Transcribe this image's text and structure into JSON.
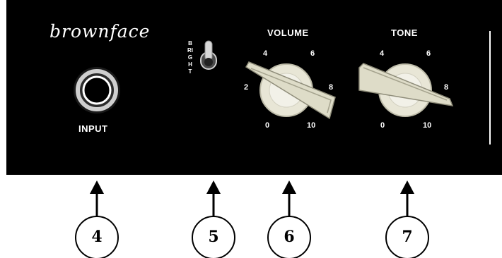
{
  "panel": {
    "brand": "brownface",
    "input_label": "INPUT",
    "bright_label": "BRIGHT",
    "volume": {
      "label": "VOLUME",
      "ticks": [
        "0",
        "2",
        "4",
        "6",
        "8",
        "10"
      ]
    },
    "tone": {
      "label": "TONE",
      "ticks": [
        "0",
        "4",
        "6",
        "8",
        "10"
      ]
    }
  },
  "callouts": [
    "4",
    "5",
    "6",
    "7"
  ],
  "colors": {
    "panel": "#000000",
    "text": "#ffffff",
    "knob_cream": "#e8e6d6",
    "jack_ring": "#cfcfcf",
    "callout_line": "#000000"
  }
}
